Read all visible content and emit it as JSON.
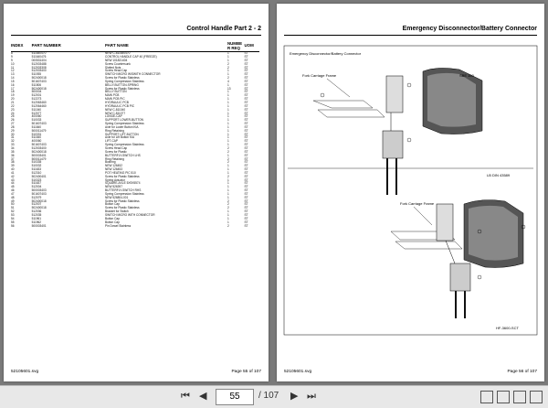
{
  "left_page": {
    "title": "Control Handle Part 2 - 2",
    "columns": [
      "INDEX",
      "PART NUMBER",
      "PART NAME",
      "NUMBE R REQ",
      "UOM"
    ],
    "rows": [
      [
        "8",
        "511640470",
        "NEW C-811640470",
        "1",
        "ST"
      ],
      [
        "9",
        "511640476",
        "CONTROL HANDLE CAP 40 (FREEZE)",
        "1",
        "ST"
      ],
      [
        "9",
        "000531404",
        "NEW 101831404",
        "1",
        "ST"
      ],
      [
        "10",
        "512003488",
        "Screw Countersunk",
        "2",
        "ST"
      ],
      [
        "11",
        "512003308",
        "Slotted Nuts",
        "2",
        "ST"
      ],
      [
        "12",
        "512003400",
        "Screw Head Cap",
        "1",
        "ST"
      ],
      [
        "13",
        "511935",
        "SWITCH MICRO W/SWITH CONNECTOR",
        "1",
        "ST"
      ],
      [
        "14",
        "502400018",
        "Screw for Plastic Stainless",
        "2",
        "ST"
      ],
      [
        "15",
        "501607403",
        "Spring Compression Stainless",
        "4",
        "ST"
      ],
      [
        "16",
        "511506",
        "BELLY-BUTTON-SPRING",
        "1",
        "ST"
      ],
      [
        "17",
        "502400018",
        "Screw for Plastic Stainless",
        "13",
        "ST"
      ],
      [
        "18",
        "500004",
        "BELLY BUTTON",
        "1",
        "ST"
      ],
      [
        "19",
        "512001",
        "MAIN PCB",
        "1",
        "ST"
      ],
      [
        "20",
        "512273",
        "MAIN PCB PIC",
        "1",
        "ST"
      ],
      [
        "21",
        "512063460",
        "HYDRAULIC PCB",
        "1",
        "ST"
      ],
      [
        "22",
        "512064460",
        "HYDRAULIC PCB PIC",
        "1",
        "ST"
      ],
      [
        "23",
        "511040",
        "NEW C-811040",
        "1",
        "ST"
      ],
      [
        "24",
        "512077",
        "NEW C-811077",
        "1",
        "ST"
      ],
      [
        "25",
        "400060",
        "LONGE-CAP",
        "1",
        "ST"
      ],
      [
        "26",
        "510033",
        "SUPPORT LOWER-BUTTON",
        "1",
        "ST"
      ],
      [
        "27",
        "501607403",
        "Spring Compression Stainless",
        "1",
        "ST"
      ],
      [
        "28",
        "511840",
        "Axle for Lower Button KIA",
        "1",
        "ST"
      ],
      [
        "29",
        "500011479",
        "Ring Retaining",
        "1",
        "ST"
      ],
      [
        "30",
        "510331",
        "SUPPORT LIFT-BUTTON",
        "1",
        "ST"
      ],
      [
        "31",
        "511540",
        "Axle for Lift Button KIA",
        "1",
        "ST"
      ],
      [
        "32",
        "400060",
        "LIFT-CAP",
        "1",
        "ST"
      ],
      [
        "33",
        "501607403",
        "Spring Compression Stainless",
        "1",
        "ST"
      ],
      [
        "34",
        "512003400",
        "Screw Head Cap",
        "2",
        "ST"
      ],
      [
        "35",
        "502400018",
        "Screw for Plastic",
        "2",
        "ST"
      ],
      [
        "36",
        "500003401",
        "BUTTERFLY-SWITCH LHS",
        "1",
        "ST"
      ],
      [
        "37",
        "500011479",
        "Ring Retaining",
        "2",
        "ST"
      ],
      [
        "38",
        "510335",
        "Bushing",
        "2",
        "ST"
      ],
      [
        "39",
        "510032",
        "NEW 126452",
        "1",
        "ST"
      ],
      [
        "40",
        "511633",
        "NEW 126453",
        "1",
        "ST"
      ],
      [
        "41",
        "512310",
        "POT HEATING PIC 510",
        "1",
        "ST"
      ],
      [
        "42",
        "502400401",
        "Screw for Plastic Stainless",
        "2",
        "ST"
      ],
      [
        "43",
        "510323",
        "Spring Actuator",
        "1",
        "ST"
      ],
      [
        "44",
        "511637",
        "SQUARE-AXLE 5X9X5574",
        "1",
        "ST"
      ],
      [
        "45",
        "512004",
        "NEW 526397",
        "1",
        "ST"
      ],
      [
        "46",
        "500003403",
        "BUTTERFLY-SWITCH RHS",
        "1",
        "ST"
      ],
      [
        "47",
        "501607403",
        "Spring Compression Stainless",
        "1",
        "ST"
      ],
      [
        "48",
        "512079",
        "NEW 526804-001",
        "1",
        "ST"
      ],
      [
        "49",
        "502400018",
        "Screw for Plastic Stainless",
        "2",
        "ST"
      ],
      [
        "50",
        "512007",
        "Button Cap",
        "2",
        "ST"
      ],
      [
        "51",
        "502400018",
        "Screw for Plastic Stainless",
        "2",
        "ST"
      ],
      [
        "52",
        "512036",
        "Bracket for Switch",
        "1",
        "ST"
      ],
      [
        "53",
        "512035",
        "SWITCH MICRO WITH CONNECTOR",
        "1",
        "ST"
      ],
      [
        "54",
        "511961",
        "Button Cap",
        "1",
        "ST"
      ],
      [
        "55",
        "511962",
        "Button Cap",
        "1",
        "ST"
      ],
      [
        "56",
        "500003401",
        "Pin Dowel Stainless",
        "2",
        "ST"
      ]
    ],
    "footer_left": "52105601.svg",
    "footer_right": "Page 55 of 107"
  },
  "right_page": {
    "title": "Emergency Disconnector/Battery Connector",
    "diagram_title": "Emergency Disconnector/Battery Connector",
    "label_fork1": "Fork Carriage Frame",
    "label_sbe": "SBE 160",
    "label_lbdin": "LB DIN 43589",
    "label_fork2": "Fork Carriage Frame",
    "ref_code": "HF-3600-SCT",
    "footer_left": "52105601.svg",
    "footer_right": "Page 56 of 107"
  },
  "toolbar": {
    "current_page": "55",
    "page_total": "/ 107",
    "first_icon": "first-page-icon",
    "prev_icon": "previous-page-icon",
    "next_icon": "next-page-icon",
    "last_icon": "last-page-icon"
  }
}
